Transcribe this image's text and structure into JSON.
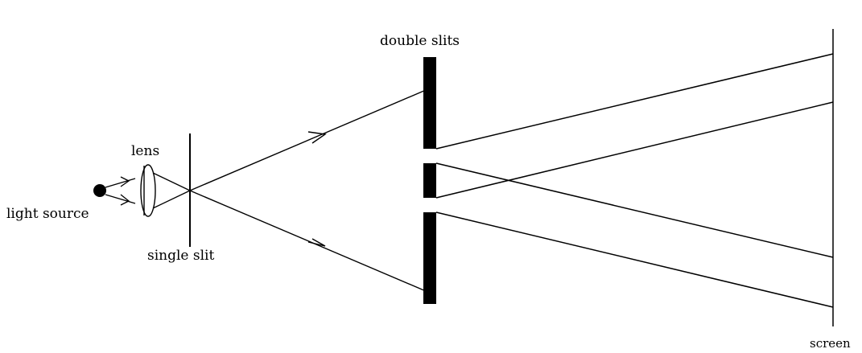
{
  "labels": {
    "lens": "lens",
    "light_source": "light source",
    "single_slit": "single slit",
    "double_slits": "double slits",
    "screen": "screen"
  },
  "colors": {
    "ink": "#000000",
    "background": "#ffffff"
  }
}
